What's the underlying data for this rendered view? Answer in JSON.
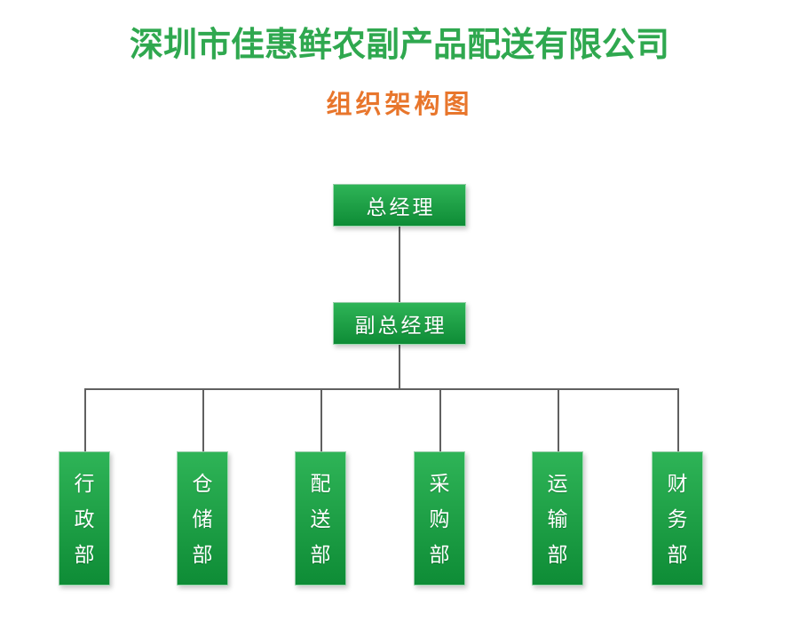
{
  "header": {
    "company_title": "深圳市佳惠鲜农副产品配送有限公司",
    "chart_subtitle": "组织架构图",
    "title_color": "#2FA84F",
    "subtitle_color": "#E8762C"
  },
  "theme": {
    "background": "#FFFFFF",
    "node_gradient_top": "#2EB457",
    "node_gradient_bottom": "#0E8C36",
    "node_text_color": "#FFFFFF",
    "connector_color": "#606060"
  },
  "org_chart": {
    "executives": [
      {
        "id": "general-manager",
        "label": "总经理",
        "level": 1
      },
      {
        "id": "deputy-general-manager",
        "label": "副总经理",
        "level": 2
      }
    ],
    "departments": [
      {
        "id": "administration",
        "label": "行政部",
        "chars": [
          "行",
          "政",
          "部"
        ]
      },
      {
        "id": "warehousing",
        "label": "仓储部",
        "chars": [
          "仓",
          "储",
          "部"
        ]
      },
      {
        "id": "distribution",
        "label": "配送部",
        "chars": [
          "配",
          "送",
          "部"
        ]
      },
      {
        "id": "procurement",
        "label": "采购部",
        "chars": [
          "采",
          "购",
          "部"
        ]
      },
      {
        "id": "transportation",
        "label": "运输部",
        "chars": [
          "运",
          "输",
          "部"
        ]
      },
      {
        "id": "finance",
        "label": "财务部",
        "chars": [
          "财",
          "务",
          "部"
        ]
      }
    ]
  }
}
